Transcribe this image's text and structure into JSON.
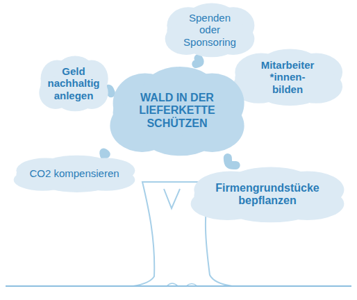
{
  "diagram": {
    "nodes": [
      {
        "text": [
          "Spenden oder Sponsoring"
        ]
      },
      {
        "text": [
          "Geld nachhaltig anlegen"
        ]
      },
      {
        "text": [
          "Mitarbeiter *innen- bilden"
        ]
      },
      {
        "text": [
          "WALD IN DER LIEFERKETTE SCHÜTZEN"
        ]
      },
      {
        "text": [
          "CO2 kompensieren"
        ]
      },
      {
        "text": [
          "Firmengrundstücke bepflanzen"
        ]
      }
    ],
    "edges": [
      {
        "from": 3,
        "to": 0,
        "arrow": "none"
      },
      {
        "from": 3,
        "to": 1,
        "arrow": "none"
      },
      {
        "from": 3,
        "to": 2,
        "arrow": "none"
      },
      {
        "from": 3,
        "to": 4,
        "arrow": "none"
      },
      {
        "from": 3,
        "to": 5,
        "arrow": "none"
      }
    ]
  }
}
